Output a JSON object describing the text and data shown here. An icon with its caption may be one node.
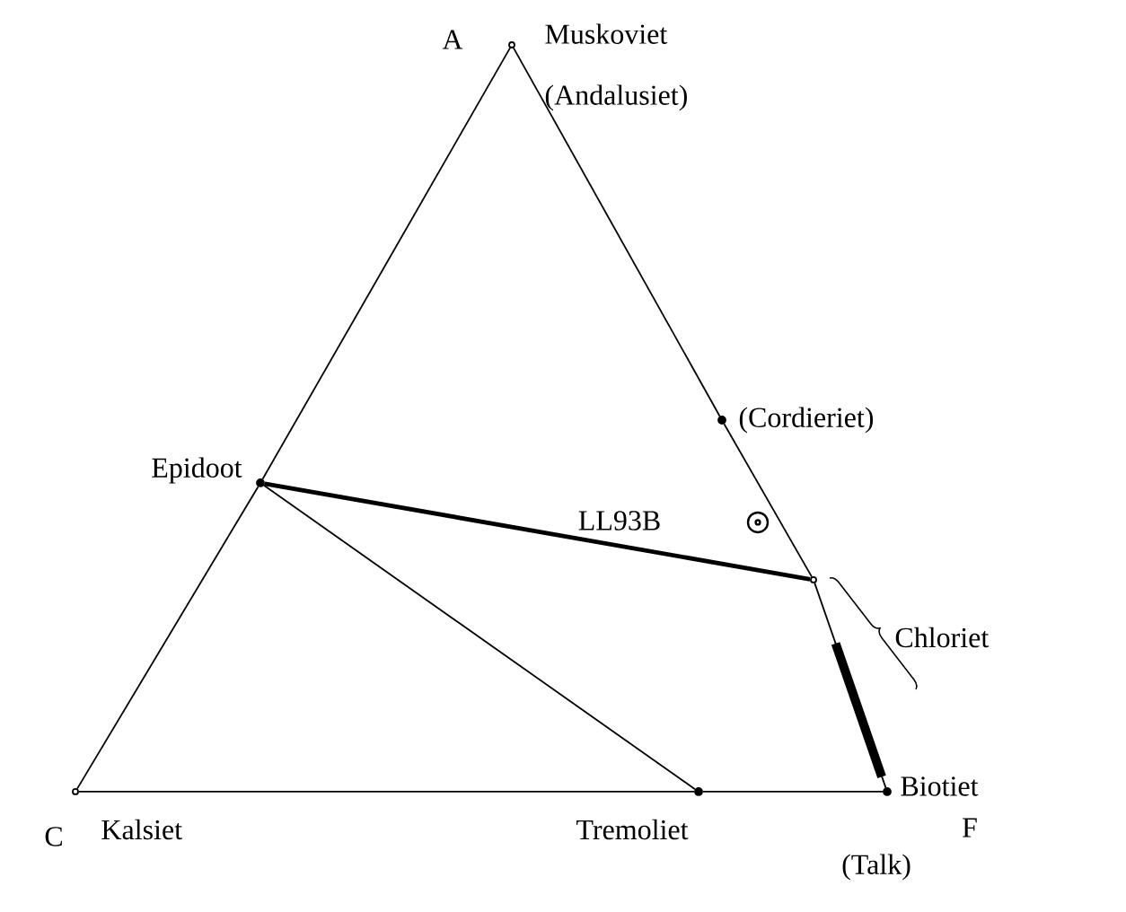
{
  "diagram": {
    "nodes": [
      {
        "text": [],
        "shape": "circle",
        "beside": [
          "A",
          "Muskoviet (Andalusiet)"
        ]
      },
      {
        "text": [],
        "shape": "circle",
        "beside": [
          "(Cordieriet)"
        ]
      },
      {
        "text": [],
        "shape": "circle",
        "beside": [
          "Epidoot"
        ]
      },
      {
        "text": [],
        "shape": "circle"
      },
      {
        "text": [],
        "shape": "circle",
        "beside": [
          "C",
          "Kalsiet"
        ]
      },
      {
        "text": [],
        "shape": "circle",
        "beside": [
          "Tremoliet"
        ]
      },
      {
        "text": [],
        "shape": "circle",
        "beside": [
          "Biotiet",
          "F",
          "(Talk)"
        ]
      }
    ],
    "edges": [
      {
        "from": 0,
        "to": 2,
        "arrow": "none"
      },
      {
        "from": 2,
        "to": 4,
        "arrow": "none"
      },
      {
        "from": 0,
        "to": 1,
        "arrow": "none"
      },
      {
        "from": 1,
        "to": 3,
        "arrow": "none"
      },
      {
        "from": 3,
        "to": 6,
        "arrow": "none"
      },
      {
        "from": 4,
        "to": 5,
        "arrow": "none"
      },
      {
        "from": 5,
        "to": 6,
        "arrow": "none"
      },
      {
        "from": 2,
        "to": 3,
        "arrow": "none",
        "style": "thick"
      },
      {
        "from": 2,
        "to": 5,
        "arrow": "none"
      }
    ],
    "labels": [
      "LL93B",
      "Chloriet"
    ]
  }
}
